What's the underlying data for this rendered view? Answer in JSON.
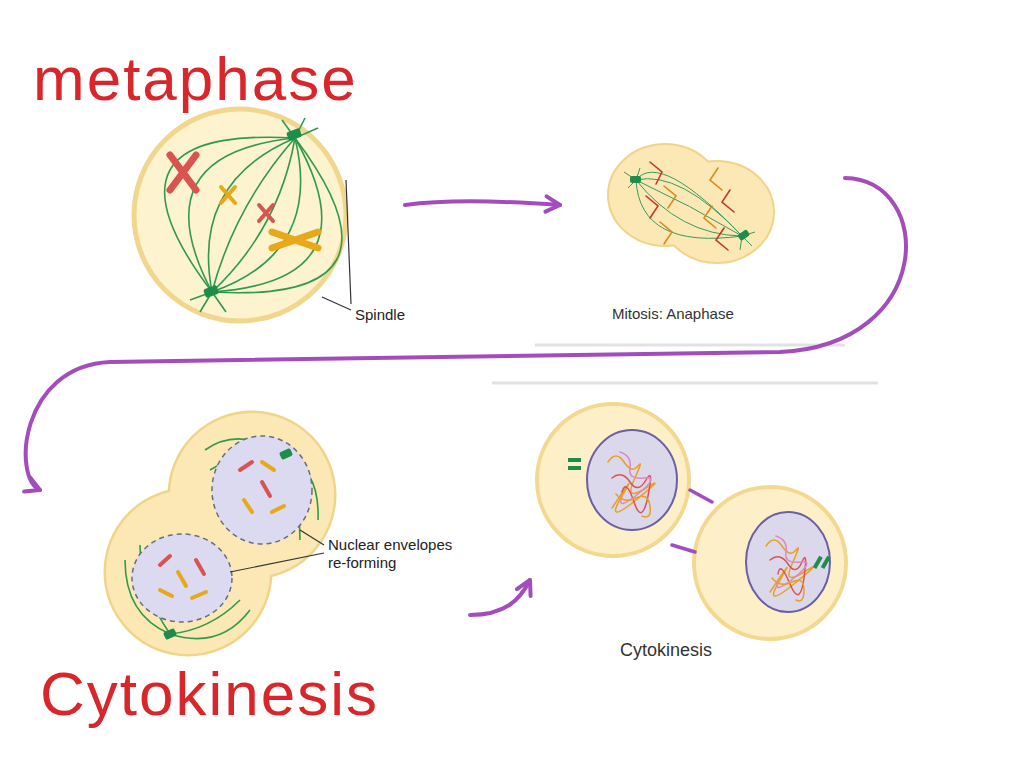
{
  "diagram": {
    "nodes": [
      {
        "text": [
          "metaphase"
        ]
      },
      {
        "text": [
          "Mitosis: Anaphase"
        ]
      },
      {
        "text": [
          "Cytokinesis"
        ]
      },
      {
        "text": [
          "Cytokinesis"
        ]
      }
    ],
    "edges": [
      {
        "from": 0,
        "to": 1,
        "arrow": "to"
      },
      {
        "from": 1,
        "to": 2,
        "arrow": "to"
      },
      {
        "from": 2,
        "to": 3,
        "arrow": "to"
      }
    ],
    "labels": [
      "Spindle",
      "Nuclear envelopes re-forming"
    ]
  }
}
